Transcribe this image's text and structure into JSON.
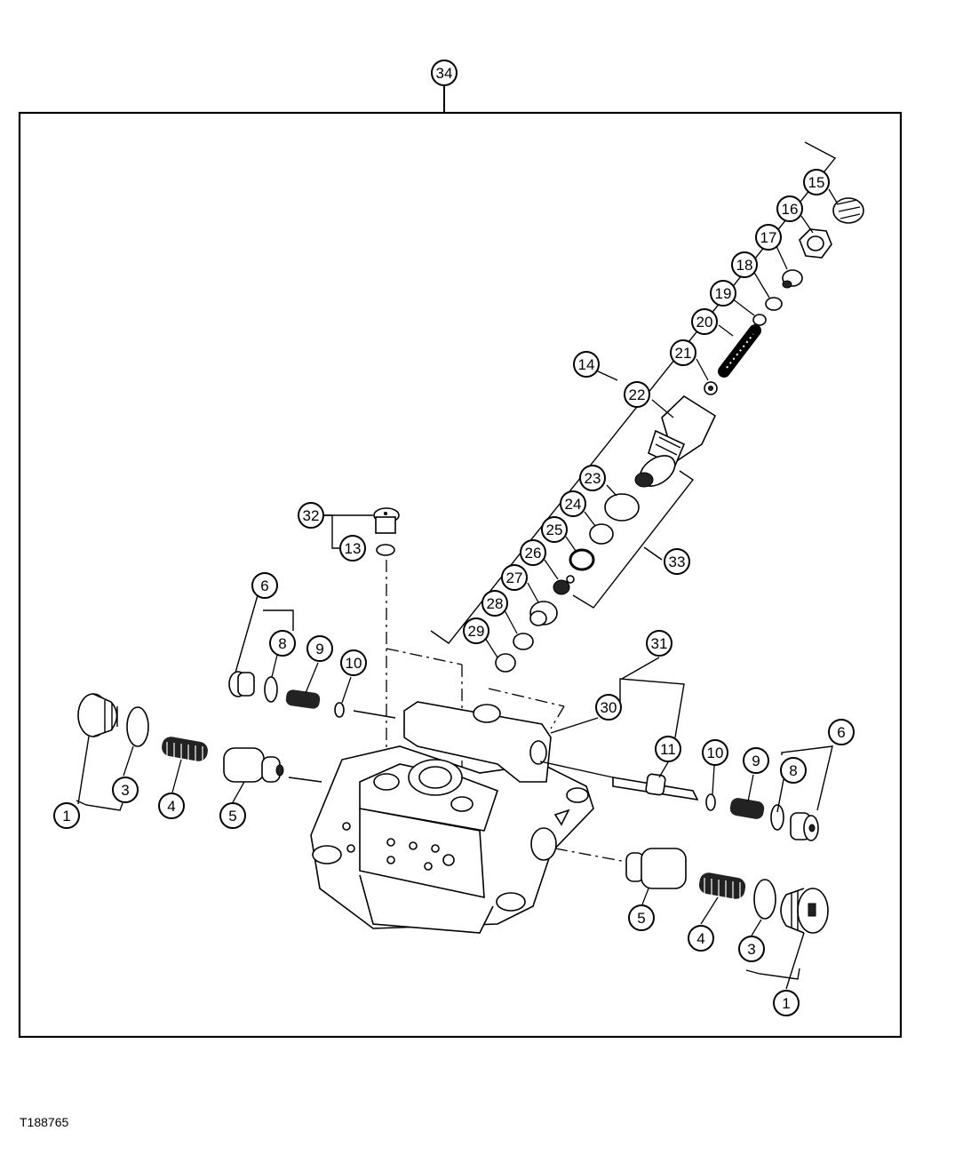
{
  "figure_id": "T188765",
  "callouts": [
    {
      "id": "c34",
      "label": "34"
    },
    {
      "id": "c15",
      "label": "15"
    },
    {
      "id": "c16",
      "label": "16"
    },
    {
      "id": "c17",
      "label": "17"
    },
    {
      "id": "c18",
      "label": "18"
    },
    {
      "id": "c19",
      "label": "19"
    },
    {
      "id": "c20",
      "label": "20"
    },
    {
      "id": "c21",
      "label": "21"
    },
    {
      "id": "c14",
      "label": "14"
    },
    {
      "id": "c22",
      "label": "22"
    },
    {
      "id": "c23",
      "label": "23"
    },
    {
      "id": "c24",
      "label": "24"
    },
    {
      "id": "c25",
      "label": "25"
    },
    {
      "id": "c33",
      "label": "33"
    },
    {
      "id": "c26",
      "label": "26"
    },
    {
      "id": "c27",
      "label": "27"
    },
    {
      "id": "c28",
      "label": "28"
    },
    {
      "id": "c29",
      "label": "29"
    },
    {
      "id": "c32",
      "label": "32"
    },
    {
      "id": "c13",
      "label": "13"
    },
    {
      "id": "c6a",
      "label": "6"
    },
    {
      "id": "c8a",
      "label": "8"
    },
    {
      "id": "c9a",
      "label": "9"
    },
    {
      "id": "c10a",
      "label": "10"
    },
    {
      "id": "c31",
      "label": "31"
    },
    {
      "id": "c30",
      "label": "30"
    },
    {
      "id": "c11",
      "label": "11"
    },
    {
      "id": "c10b",
      "label": "10"
    },
    {
      "id": "c9b",
      "label": "9"
    },
    {
      "id": "c8b",
      "label": "8"
    },
    {
      "id": "c6b",
      "label": "6"
    },
    {
      "id": "c1a",
      "label": "1"
    },
    {
      "id": "c3a",
      "label": "3"
    },
    {
      "id": "c4a",
      "label": "4"
    },
    {
      "id": "c5a",
      "label": "5"
    },
    {
      "id": "c5b",
      "label": "5"
    },
    {
      "id": "c4b",
      "label": "4"
    },
    {
      "id": "c3b",
      "label": "3"
    },
    {
      "id": "c1b",
      "label": "1"
    }
  ]
}
